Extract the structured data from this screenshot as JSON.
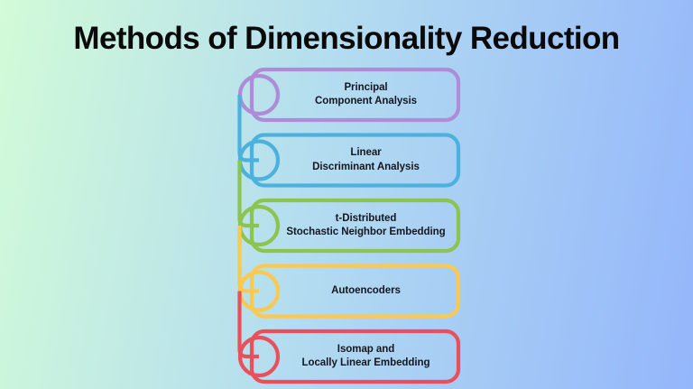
{
  "title": "Methods of Dimensionality Reduction",
  "background": {
    "gradient_from": "#d2fbd8",
    "gradient_mid": "#b3dcf0",
    "gradient_to": "#94b6fb",
    "direction": "left-to-right"
  },
  "diagram": {
    "type": "vertical-stacked-list",
    "node_shape": "rounded-rectangle-with-left-circle",
    "text_color": "#16161f",
    "items": [
      {
        "id": "pca",
        "lines": [
          "Principal",
          "Component Analysis"
        ],
        "color": "#ad8cd8",
        "marker": "circle-marker"
      },
      {
        "id": "lda",
        "lines": [
          "Linear",
          "Discriminant Analysis"
        ],
        "color": "#4cb2dd",
        "marker": "circle-marker"
      },
      {
        "id": "tsne",
        "lines": [
          "t-Distributed",
          "Stochastic Neighbor Embedding"
        ],
        "color": "#8cc450",
        "marker": "circle-marker"
      },
      {
        "id": "autoencoders",
        "lines": [
          "Autoencoders"
        ],
        "color": "#fbc850",
        "marker": "circle-marker"
      },
      {
        "id": "isomap-lle",
        "lines": [
          "Isomap and",
          "Locally Linear Embedding"
        ],
        "color": "#e8505b",
        "marker": "circle-marker"
      }
    ]
  }
}
